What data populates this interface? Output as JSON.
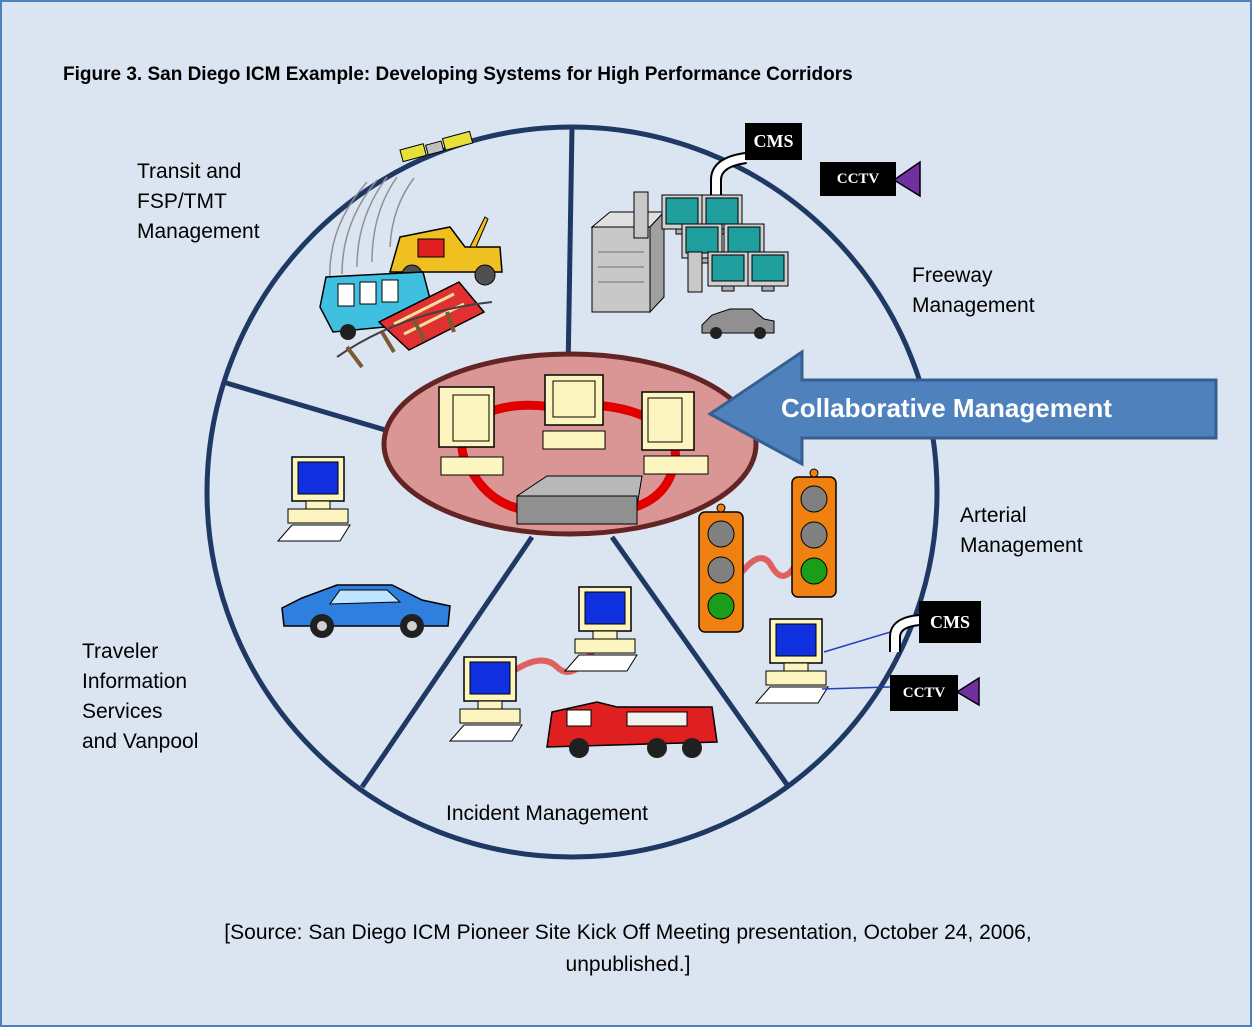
{
  "figure": {
    "title": "Figure 3.  San Diego ICM Example: Developing Systems for High Performance Corridors",
    "source_line1": "[Source:  San Diego ICM Pioneer Site Kick Off Meeting presentation, October 24, 2006,",
    "source_line2": "unpublished.]"
  },
  "segments": {
    "transit": [
      "Transit and",
      "FSP/TMT",
      "Management"
    ],
    "freeway": [
      "Freeway",
      "Management"
    ],
    "arterial": [
      "Arterial",
      "Management"
    ],
    "incident": "Incident Management",
    "traveler": [
      "Traveler",
      "Information",
      "Services",
      "and Vanpool"
    ]
  },
  "center": {
    "arrow_label": "Collaborative Management"
  },
  "signs": {
    "cms_top": "CMS",
    "cctv_top": "CCTV",
    "cms_bottom": "CMS",
    "cctv_bottom": "CCTV"
  },
  "colors": {
    "frame_border": "#4f81bd",
    "background": "#dbe5f1",
    "circle_stroke": "#1f3864",
    "hub_fill": "#d99694",
    "hub_stroke": "#632523",
    "arrow_fill": "#4f81bd",
    "arrow_stroke": "#365f91"
  }
}
